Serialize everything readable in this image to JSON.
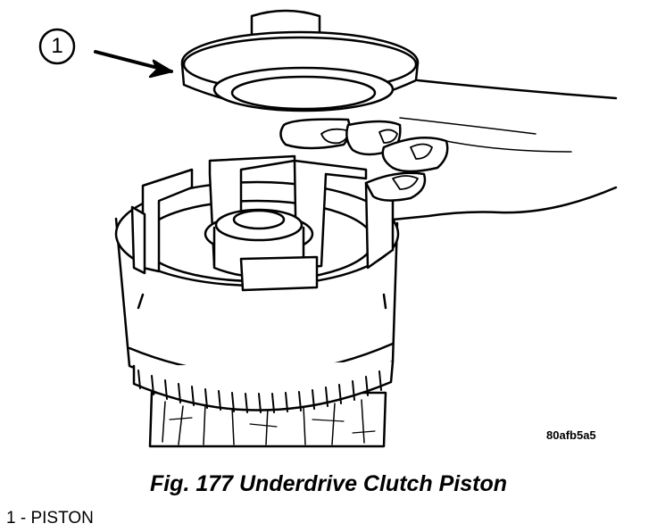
{
  "figure": {
    "callout_number": "1",
    "image_id": "80afb5a5",
    "caption": "Fig. 177 Underdrive Clutch Piston",
    "legend": [
      "1 - PISTON"
    ]
  }
}
